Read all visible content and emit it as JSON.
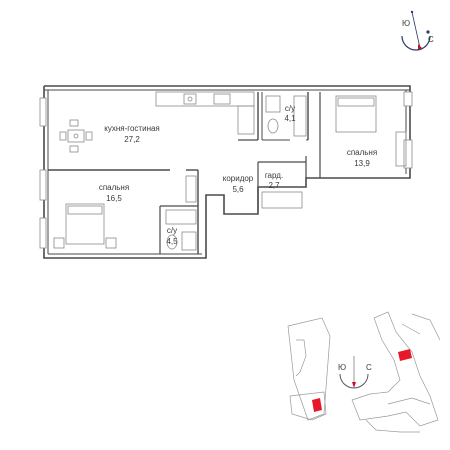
{
  "rooms": [
    {
      "id": "living",
      "name": "кухня-гостиная",
      "area": "27,2"
    },
    {
      "id": "bath1",
      "name": "с/у",
      "area": "4,1"
    },
    {
      "id": "bedroom1",
      "name": "спальня",
      "area": "13,9"
    },
    {
      "id": "corridor",
      "name": "коридор",
      "area": "5,6"
    },
    {
      "id": "wardrobe",
      "name": "гард.",
      "area": "2,7"
    },
    {
      "id": "bedroom2",
      "name": "спальня",
      "area": "16,5"
    },
    {
      "id": "bath2",
      "name": "с/у",
      "area": "4,5"
    }
  ],
  "compass_top": {
    "labels": [
      "Ю",
      "С"
    ]
  },
  "compass_site": {
    "labels": [
      "Ю",
      "С"
    ]
  },
  "colors": {
    "wall": "#4a4a4a",
    "line": "#8a8a8a",
    "highlight": "#e8182b",
    "compass": "#c8102e",
    "site_line": "#9a9a9a"
  }
}
